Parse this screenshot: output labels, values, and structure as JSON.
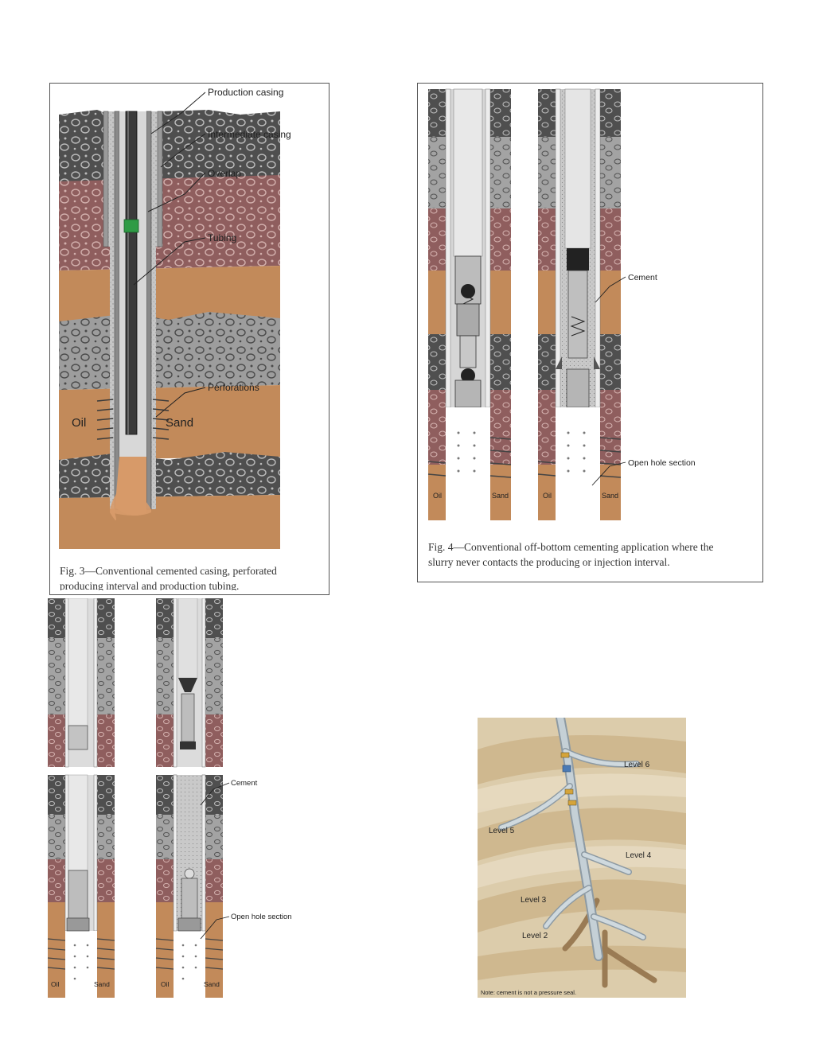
{
  "fig3": {
    "labels": {
      "production_casing": "Production casing",
      "intermediate_casing": "Intermediate casing",
      "overlap": "Overlap",
      "tubing": "Tubing",
      "perforations": "Perforations",
      "oil": "Oil",
      "sand": "Sand"
    },
    "caption_line1": "Fig. 3—Conventional cemented casing, perforated",
    "caption_line2": "producing interval and production tubing."
  },
  "fig4": {
    "labels": {
      "cement": "Cement",
      "open_hole": "Open hole section",
      "oil_left": "Oil",
      "sand_left": "Sand",
      "oil_right": "Oil",
      "sand_right": "Sand"
    },
    "caption_line1": "Fig. 4—Conventional off-bottom cementing application where the",
    "caption_line2": "slurry never contacts the producing or injection interval."
  },
  "fig5": {
    "labels": {
      "cement": "Cement",
      "open_hole": "Open hole section",
      "oil_left": "Oil",
      "sand_left": "Sand",
      "oil_right": "Oil",
      "sand_right": "Sand"
    }
  },
  "fig6": {
    "labels": {
      "level6": "Level 6",
      "level5": "Level 5",
      "level4": "Level 4",
      "level3": "Level 3",
      "level2": "Level 2"
    },
    "note": "Note: cement is not a pressure seal."
  },
  "colors": {
    "dark_rock": "#505050",
    "grey_rock": "#9a9a9a",
    "red_rock": "#8f5e5e",
    "sand": "#c28a5a",
    "cement": "#bdbdbd",
    "tubing": "#3a3a3a",
    "lateral_bg": "#d8c7a4"
  }
}
